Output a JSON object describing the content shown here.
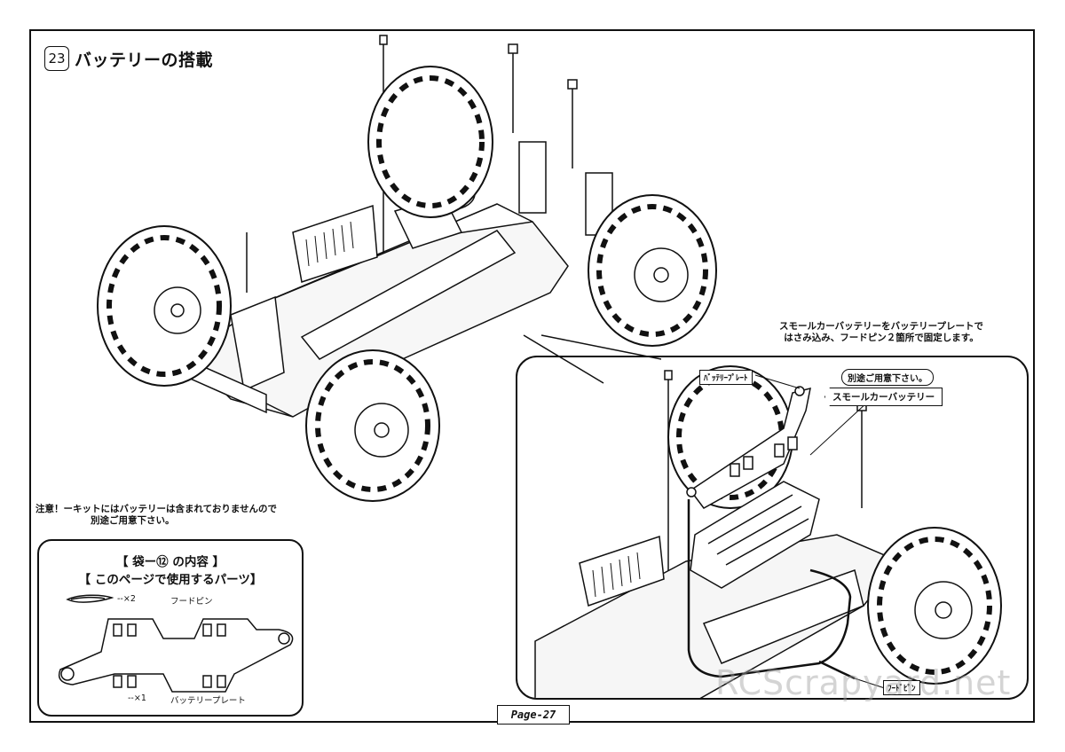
{
  "step": {
    "number": "23",
    "title": "バッテリーの搭載"
  },
  "note": {
    "line1": "注意！ーキットにはバッテリーは含まれておりませんので",
    "line2": "別途ご用意下さい。"
  },
  "parts": {
    "heading1": "【 袋ー⑫ の内容 】",
    "heading2": "【 このページで使用するパーツ】",
    "pin_qty": "--×2",
    "pin_name": "フードピン",
    "plate_qty": "--×1",
    "plate_name": "バッテリープレート"
  },
  "detail": {
    "caption_line1": "スモールカーバッテリーをバッテリープレートで",
    "caption_line2": "はさみ込み、フードピン２箇所で固定します。",
    "plate_tag": "ﾊﾞｯﾃﾘｰﾌﾟﾚｰﾄ",
    "separate_tag": "別途ご用意下さい。",
    "battery_tag": "スモールカーバッテリー",
    "pin_tag": "ﾌｰﾄﾞﾋﾟﾝ"
  },
  "page": "Page-27",
  "watermark": "RCScrapyard.net",
  "icons": [
    "hood-pin-icon",
    "battery-plate-icon",
    "chassis-illustration",
    "tire-icon",
    "battery-pack-icon"
  ]
}
